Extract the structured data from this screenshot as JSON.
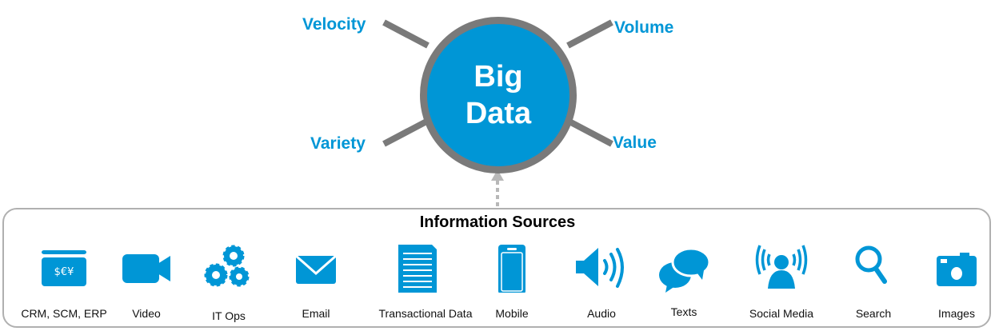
{
  "center": {
    "line1": "Big",
    "line2": "Data"
  },
  "attributes": {
    "velocity": "Velocity",
    "volume": "Volume",
    "variety": "Variety",
    "value": "Value"
  },
  "sources_title": "Information Sources",
  "currency_symbols": "$€¥",
  "sources": [
    "CRM, SCM, ERP",
    "Video",
    "IT Ops",
    "Email",
    "Transactional Data",
    "Mobile",
    "Audio",
    "Texts",
    "Social Media",
    "Search",
    "Images"
  ],
  "colors": {
    "accent": "#0096d6",
    "connector": "#7a7a7a",
    "border": "#b0b0b0"
  }
}
